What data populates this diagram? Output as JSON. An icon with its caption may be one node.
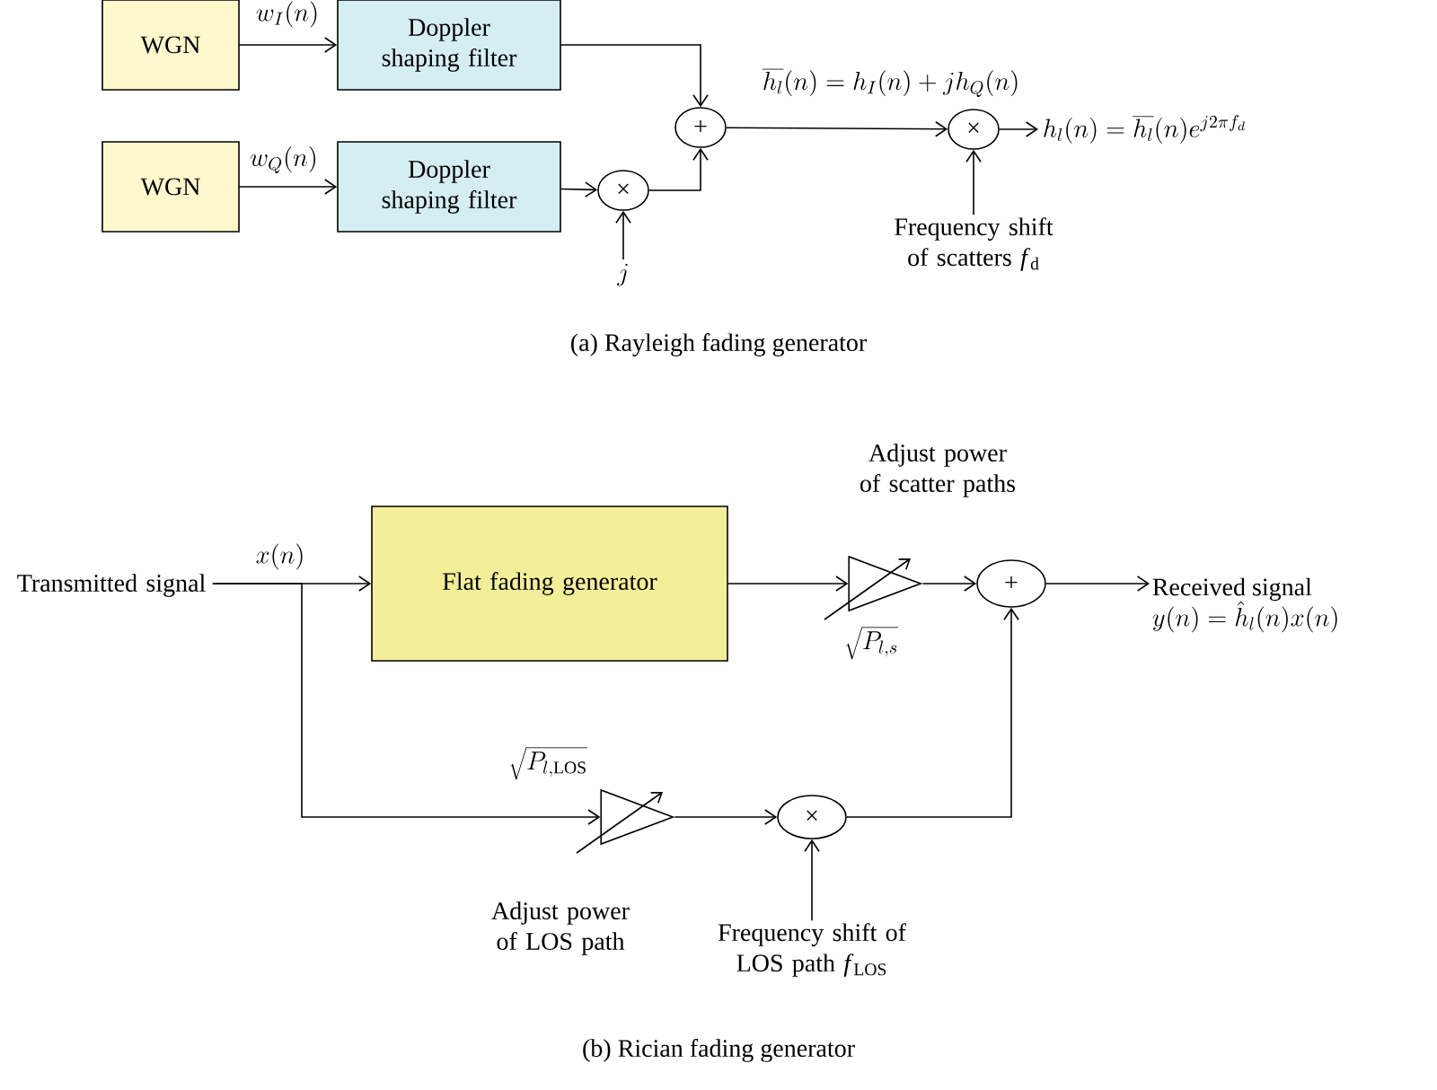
{
  "diagram": {
    "nodes": [
      {
        "text": [
          "WGN"
        ]
      },
      {
        "text": [
          "Doppler shaping filter"
        ]
      },
      {
        "text": [
          "WGN"
        ]
      },
      {
        "text": [
          "Doppler shaping filter"
        ]
      },
      {
        "text": [
          "×"
        ]
      },
      {
        "text": [
          "j"
        ]
      },
      {
        "text": [
          "+"
        ]
      },
      {
        "text": [
          "×"
        ]
      },
      {
        "text": [
          "h_l(n) = \\overline{h_l}(n)e^{j2\\pi f_d}"
        ]
      },
      {
        "text": [
          "Frequency shift of scatters *f*$_{d}$"
        ]
      },
      {
        "text": [
          "Transmitted signal"
        ]
      },
      {
        "text": [
          "Flat fading generator"
        ]
      },
      {
        "text": [],
        "shape": "triangle",
        "beside": [
          "Adjust power of scatter paths",
          "\\sqrt{P_{l,s}}"
        ]
      },
      {
        "text": [
          "+"
        ]
      },
      {
        "text": [
          "Received signal",
          "y(n) = \\hat{h}_l(n)x(n)"
        ]
      },
      {
        "text": [],
        "shape": "triangle",
        "beside": [
          "\\sqrt{P_{l,\\mathrm{LOS}}}",
          "Adjust power of LOS path"
        ]
      },
      {
        "text": [
          "×"
        ]
      },
      {
        "text": [
          "Frequency shift of LOS path *f*$_{LOS}$"
        ]
      }
    ],
    "edges": [
      {
        "from": 0,
        "to": 1,
        "arrow": "to",
        "label": "w_I(n)"
      },
      {
        "from": 2,
        "to": 3,
        "arrow": "to",
        "label": "w_Q(n)"
      },
      {
        "from": 1,
        "to": 6,
        "arrow": "to"
      },
      {
        "from": 3,
        "to": 4,
        "arrow": "to"
      },
      {
        "from": 5,
        "to": 4,
        "arrow": "to"
      },
      {
        "from": 4,
        "to": 6,
        "arrow": "to"
      },
      {
        "from": 6,
        "to": 7,
        "arrow": "to",
        "label": "\\overline{h_l}(n) = h_I(n) + jh_Q(n)"
      },
      {
        "from": 7,
        "to": 8,
        "arrow": "to"
      },
      {
        "from": 9,
        "to": 7,
        "arrow": "to"
      },
      {
        "from": 10,
        "to": 11,
        "arrow": "to",
        "label": "x(n)"
      },
      {
        "from": 10,
        "to": 15,
        "arrow": "to"
      },
      {
        "from": 11,
        "to": 12,
        "arrow": "to"
      },
      {
        "from": 12,
        "to": 13,
        "arrow": "to"
      },
      {
        "from": 13,
        "to": 14,
        "arrow": "to"
      },
      {
        "from": 15,
        "to": 16,
        "arrow": "to"
      },
      {
        "from": 16,
        "to": 13,
        "arrow": "to"
      },
      {
        "from": 17,
        "to": 16,
        "arrow": "to"
      }
    ],
    "labels": [
      "(a)  Rayleigh fading generator",
      "(b)  Rician fading generator"
    ]
  }
}
